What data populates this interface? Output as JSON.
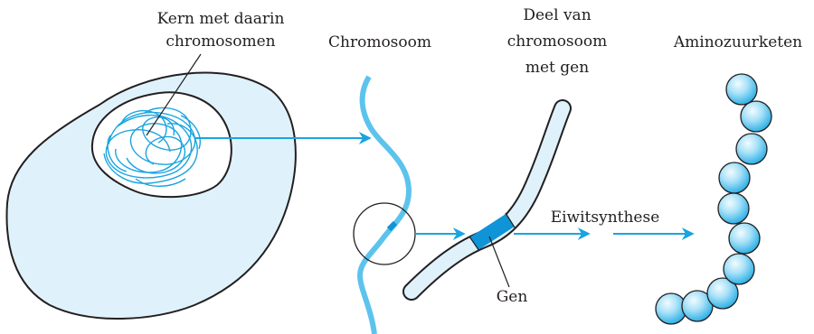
{
  "labels": {
    "nucleus_line1": "Kern met daarin",
    "nucleus_line2": "chromosomen",
    "chromosome": "Chromosoom",
    "part_line1": "Deel van",
    "part_line2": "chromosoom",
    "part_line3": "met gen",
    "amino_chain": "Aminozuurketen",
    "protein_synthesis": "Eiwitsynthese",
    "gene": "Gen"
  },
  "colors": {
    "cell_fill": "#dff2fb",
    "outline": "#231f20",
    "chromosome_blue": "#5cc3ec",
    "arrow_blue": "#1aa4e0",
    "gene_blue": "#1094d8",
    "bead_light": "#ddf4fd",
    "bead_dark": "#3db6ea"
  }
}
